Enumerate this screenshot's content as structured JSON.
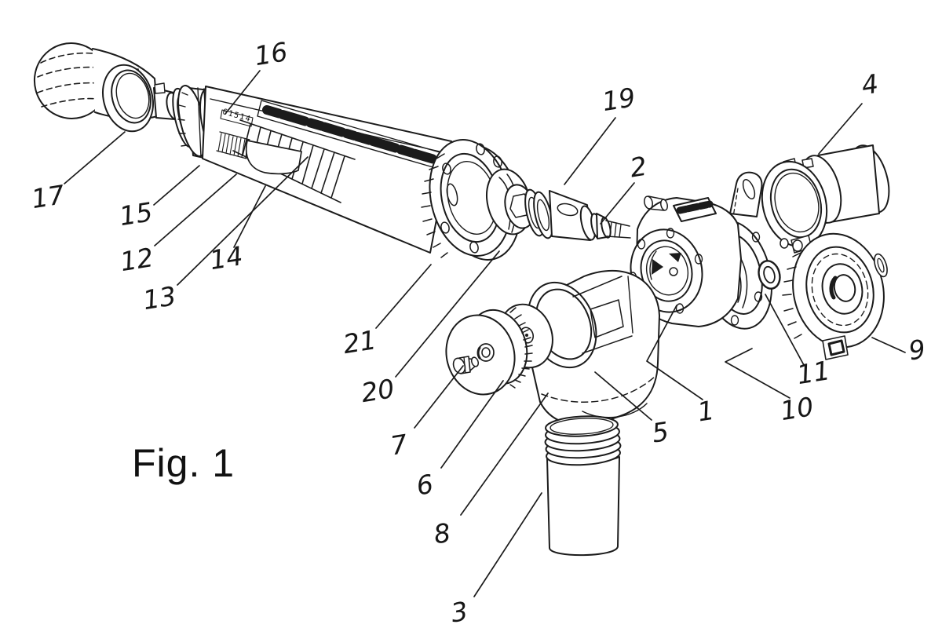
{
  "figure_caption": "Fig. 1",
  "labels": {
    "n1": "1",
    "n2": "2",
    "n3": "3",
    "n4": "4",
    "n5": "5",
    "n6": "6",
    "n7": "7",
    "n8": "8",
    "n9": "9",
    "n10": "10",
    "n11": "11",
    "n12": "12",
    "n13": "13",
    "n14": "14",
    "n15": "15",
    "n16": "16",
    "n17": "17",
    "n19": "19",
    "n20": "20",
    "n21": "21"
  },
  "markings": {
    "cylinder_print": "61514"
  },
  "colors": {
    "ink": "#1b1b1b",
    "paper": "#ffffff"
  }
}
